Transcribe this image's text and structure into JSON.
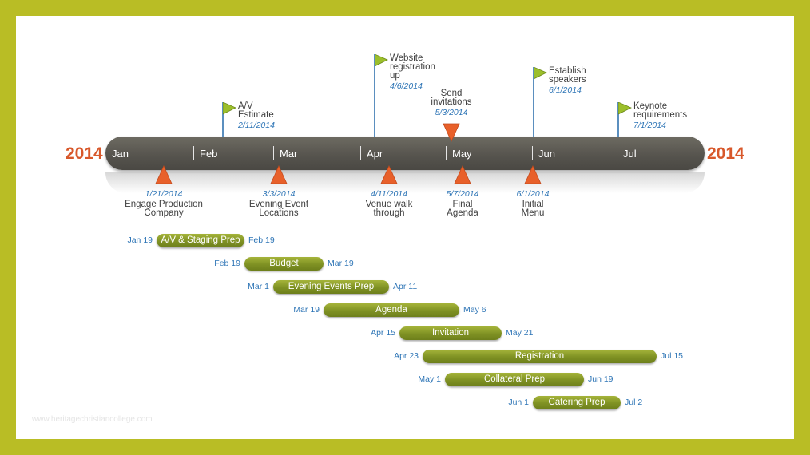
{
  "year_left": "2014",
  "year_right": "2014",
  "months": [
    "Jan",
    "Feb",
    "Mar",
    "Apr",
    "May",
    "Jun",
    "Jul"
  ],
  "flags_above": [
    {
      "lines": [
        "A/V",
        "Estimate"
      ],
      "date": "2/11/2014"
    },
    {
      "lines": [
        "Website",
        "registration",
        "up"
      ],
      "date": "4/6/2014"
    },
    {
      "lines": [
        "Establish",
        "speakers"
      ],
      "date": "6/1/2014"
    },
    {
      "lines": [
        "Keynote",
        "requirements"
      ],
      "date": "7/1/2014"
    }
  ],
  "pointer_above": {
    "lines": [
      "Send",
      "invitations"
    ],
    "date": "5/3/2014"
  },
  "milestones_below": [
    {
      "date": "1/21/2014",
      "lines": [
        "Engage Production",
        "Company"
      ]
    },
    {
      "date": "3/3/2014",
      "lines": [
        "Evening Event",
        "Locations"
      ]
    },
    {
      "date": "4/11/2014",
      "lines": [
        "Venue walk",
        "through"
      ]
    },
    {
      "date": "5/7/2014",
      "lines": [
        "Final",
        "Agenda"
      ]
    },
    {
      "date": "6/1/2014",
      "lines": [
        "Initial",
        "Menu"
      ]
    }
  ],
  "tasks": [
    {
      "name": "A/V & Staging Prep",
      "start": "Jan 19",
      "end": "Feb 19"
    },
    {
      "name": "Budget",
      "start": "Feb 19",
      "end": "Mar 19"
    },
    {
      "name": "Evening Events Prep",
      "start": "Mar 1",
      "end": "Apr 11"
    },
    {
      "name": "Agenda",
      "start": "Mar 19",
      "end": "May 6"
    },
    {
      "name": "Invitation",
      "start": "Apr 15",
      "end": "May 21"
    },
    {
      "name": "Registration",
      "start": "Apr 23",
      "end": "Jul 15"
    },
    {
      "name": "Collateral Prep",
      "start": "May 1",
      "end": "Jun 19"
    },
    {
      "name": "Catering Prep",
      "start": "Jun 1",
      "end": "Jul 2"
    }
  ],
  "watermark": "www.heritagechristiancollege.com",
  "colors": {
    "frame": "#b9bd25",
    "year": "#d8582b",
    "bar": "#55534d",
    "task": "#7f9123",
    "date_text": "#2e75b6",
    "milestone": "#e8602a",
    "flag": "#9cbf2b"
  }
}
